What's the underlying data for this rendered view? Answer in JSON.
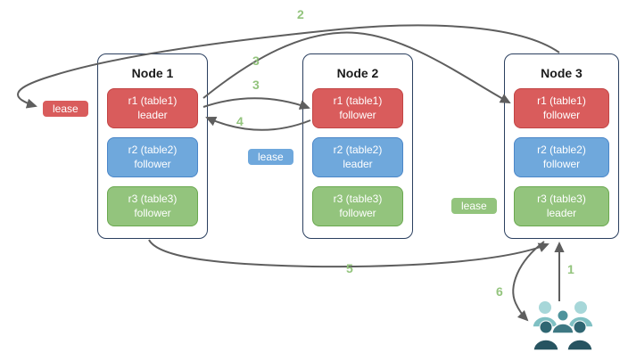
{
  "nodes": [
    {
      "title": "Node 1",
      "replicas": [
        {
          "name": "r1 (table1)",
          "role": "leader",
          "color": "#d95c5c"
        },
        {
          "name": "r2 (table2)",
          "role": "follower",
          "color": "#6fa8dc"
        },
        {
          "name": "r3 (table3)",
          "role": "follower",
          "color": "#93c47d"
        }
      ]
    },
    {
      "title": "Node 2",
      "replicas": [
        {
          "name": "r1 (table1)",
          "role": "follower",
          "color": "#d95c5c"
        },
        {
          "name": "r2 (table2)",
          "role": "leader",
          "color": "#6fa8dc"
        },
        {
          "name": "r3 (table3)",
          "role": "follower",
          "color": "#93c47d"
        }
      ]
    },
    {
      "title": "Node 3",
      "replicas": [
        {
          "name": "r1 (table1)",
          "role": "follower",
          "color": "#d95c5c"
        },
        {
          "name": "r2 (table2)",
          "role": "follower",
          "color": "#6fa8dc"
        },
        {
          "name": "r3 (table3)",
          "role": "leader",
          "color": "#93c47d"
        }
      ]
    }
  ],
  "leases": [
    {
      "label": "lease",
      "color": "#d95c5c"
    },
    {
      "label": "lease",
      "color": "#6fa8dc"
    },
    {
      "label": "lease",
      "color": "#93c47d"
    }
  ],
  "flow_labels": {
    "step1": "1",
    "step2": "2",
    "step3a": "3",
    "step3b": "3",
    "step4": "4",
    "step5": "5",
    "step6": "6"
  },
  "colors": {
    "replica_red": "#d95c5c",
    "replica_red_border": "#c14444",
    "replica_blue": "#6fa8dc",
    "replica_blue_border": "#4a86c8",
    "replica_green": "#93c47d",
    "replica_green_border": "#6aa84f",
    "node_border": "#2a3f5f",
    "arrow_gray": "#5e5e5e",
    "flow_label_green": "#93c47d",
    "users_light_head": "#a7d7d9",
    "users_light_body": "#7fc0c3",
    "users_mid_head": "#4e939c",
    "users_mid_body": "#3e7883",
    "users_dark_head": "#2f6672",
    "users_dark_body": "#275461"
  },
  "icons": {
    "users": "users-icon"
  }
}
